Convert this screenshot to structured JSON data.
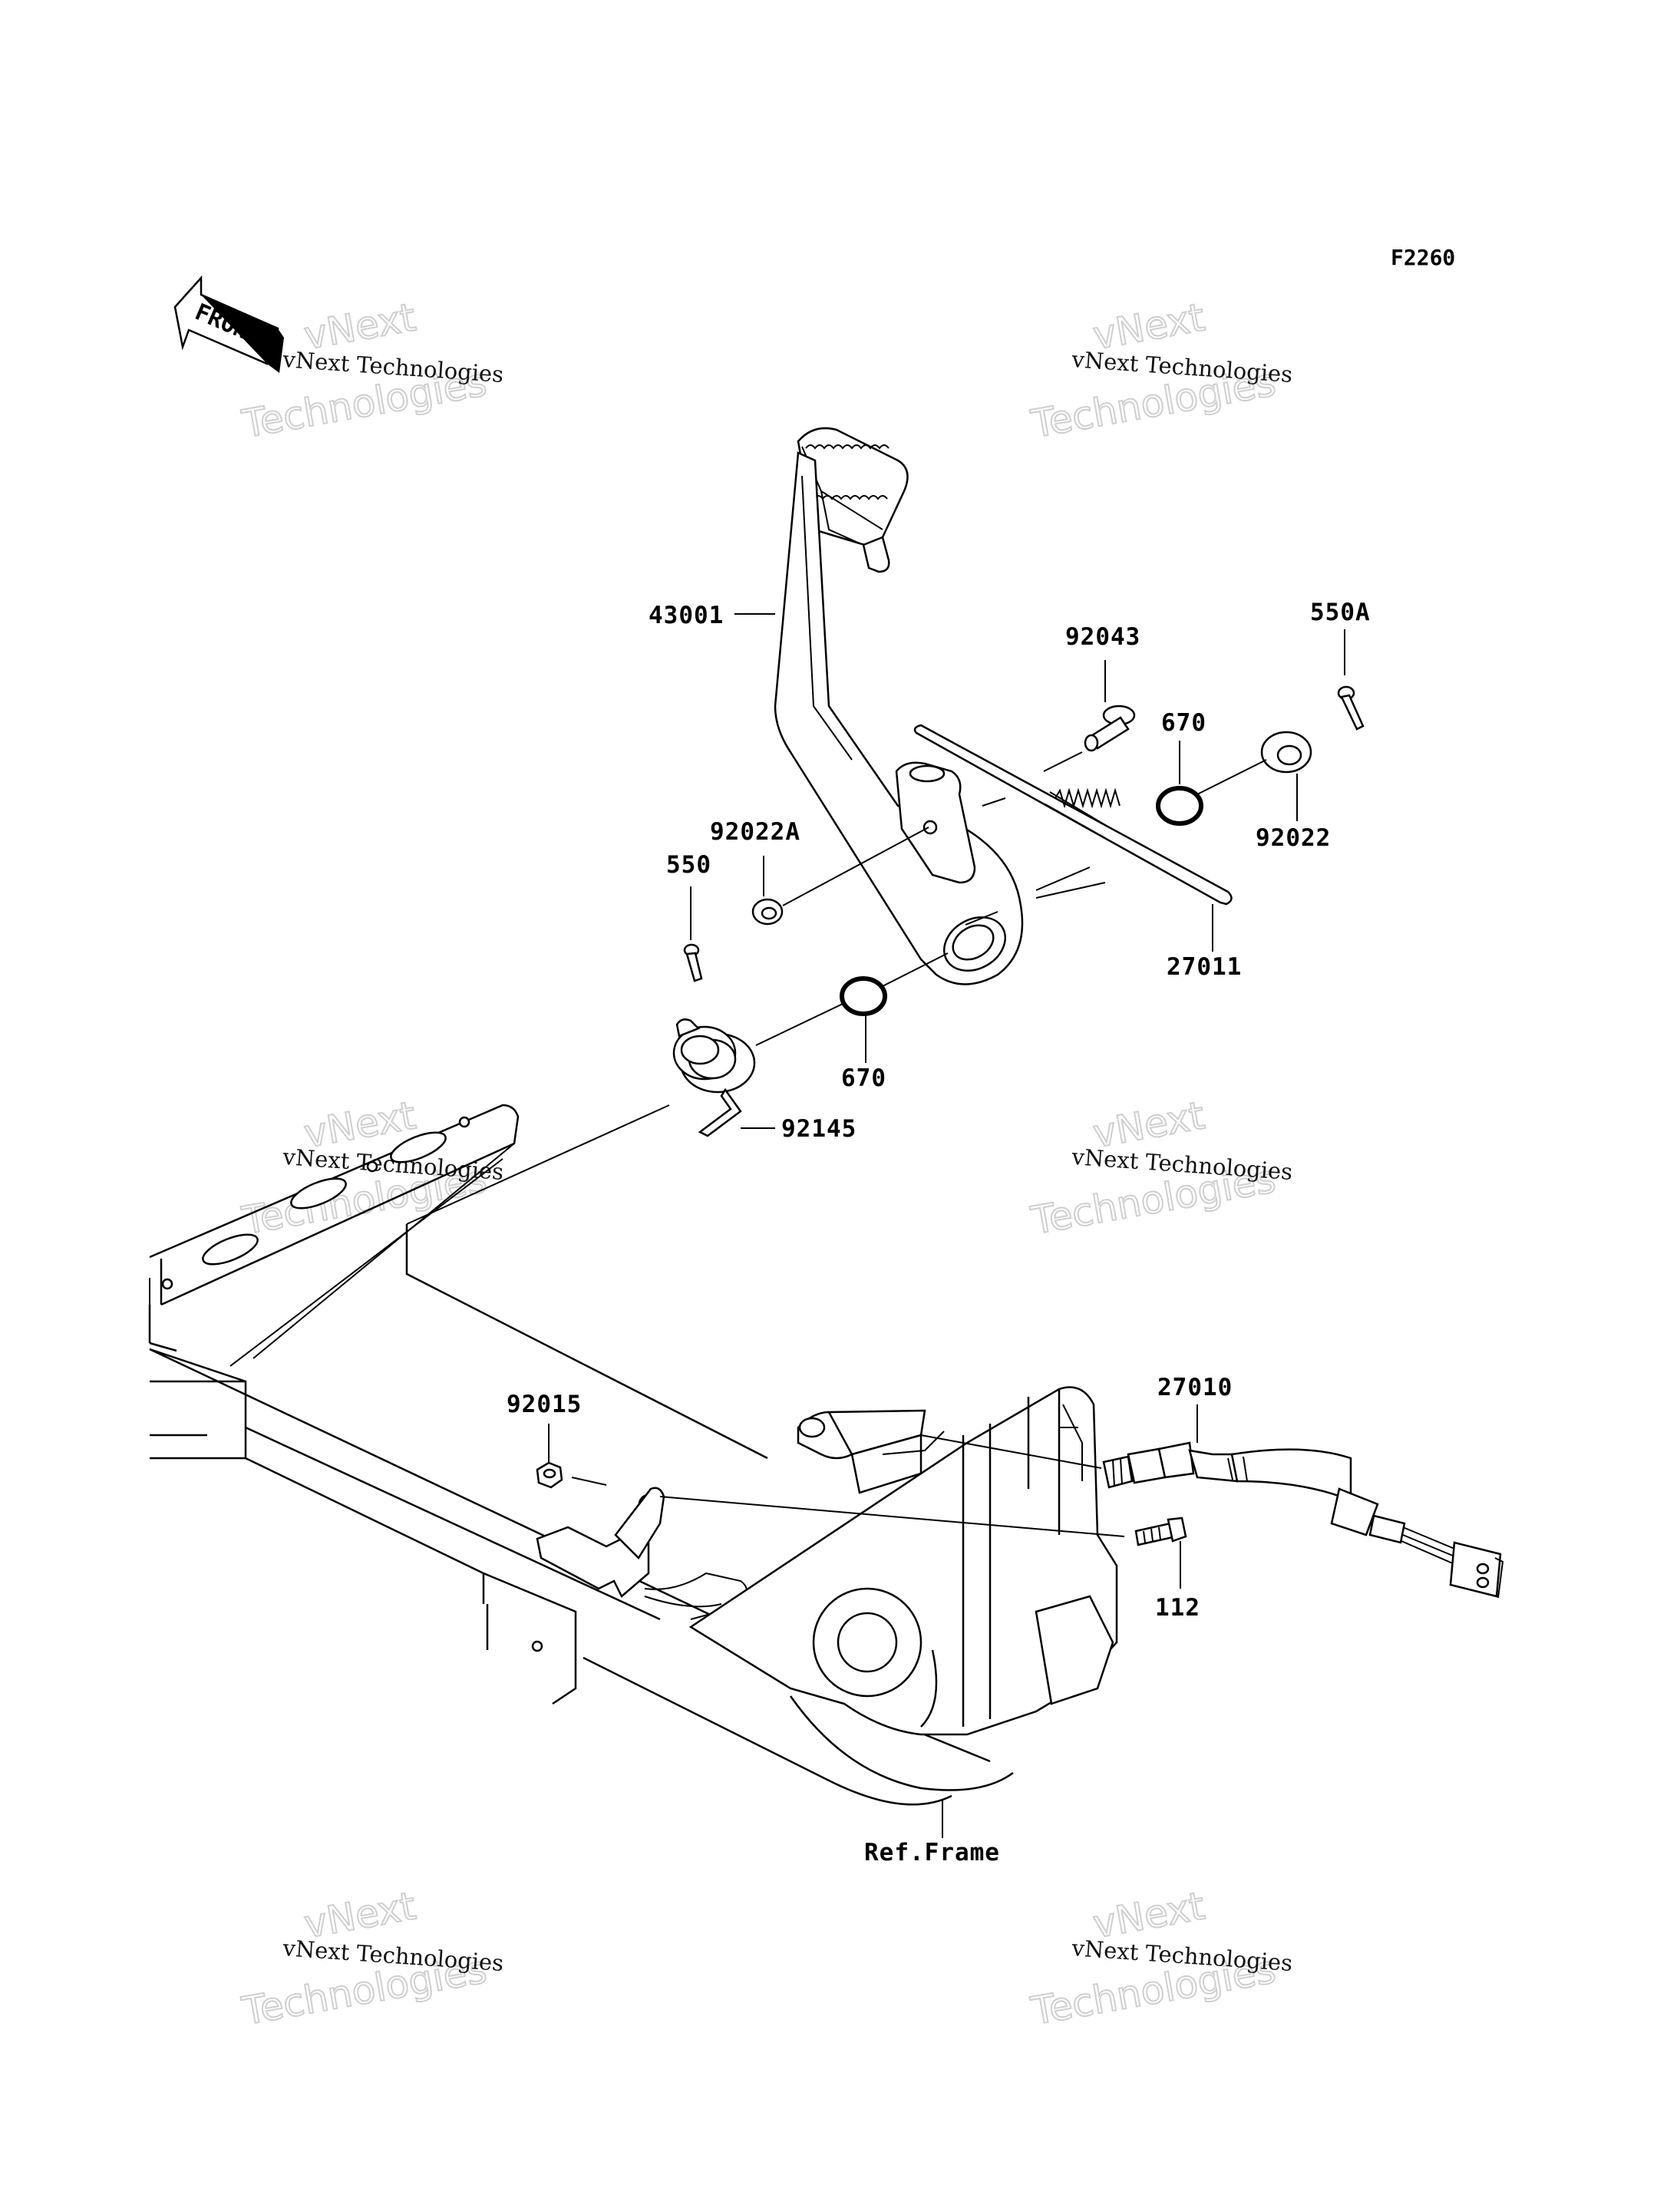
{
  "figure_code": "F2260",
  "front_arrow_label": "FRONT",
  "watermark": {
    "line_small": "vNext Technologies",
    "line_big_1": "vNext",
    "line_big_2": "Technologies"
  },
  "parts": {
    "p43001": "43001",
    "p92043": "92043",
    "p550A": "550A",
    "p670_top": "670",
    "p92022": "92022",
    "p92022A": "92022A",
    "p550": "550",
    "p27011": "27011",
    "p670_bottom": "670",
    "p92145": "92145",
    "p92015": "92015",
    "p27010": "27010",
    "p112": "112",
    "ref_frame": "Ref.Frame"
  }
}
